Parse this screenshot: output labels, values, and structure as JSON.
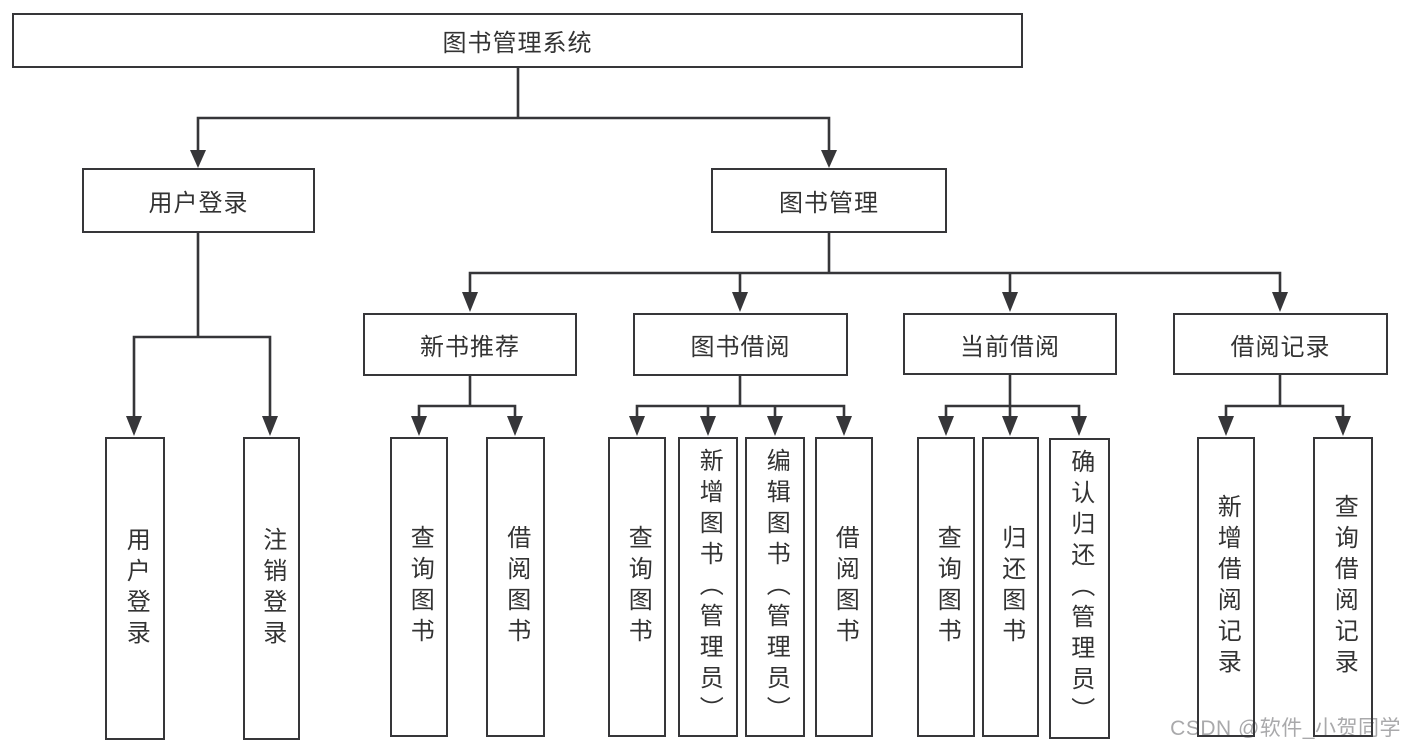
{
  "diagram": {
    "type": "hierarchy-diagram",
    "root": {
      "label": "图书管理系统"
    },
    "level2": [
      {
        "id": "user-login-group",
        "label": "用户登录",
        "parent": "root"
      },
      {
        "id": "book-management",
        "label": "图书管理",
        "parent": "root"
      }
    ],
    "level3": [
      {
        "id": "new-book-recommend",
        "label": "新书推荐",
        "parent": "book-management"
      },
      {
        "id": "book-borrowing",
        "label": "图书借阅",
        "parent": "book-management"
      },
      {
        "id": "current-borrowing",
        "label": "当前借阅",
        "parent": "book-management"
      },
      {
        "id": "borrowing-records",
        "label": "借阅记录",
        "parent": "book-management"
      }
    ],
    "leaves": [
      {
        "id": "user-login",
        "label": "用户登录",
        "parent": "user-login-group"
      },
      {
        "id": "logout",
        "label": "注销登录",
        "parent": "user-login-group"
      },
      {
        "id": "query-books-recommend",
        "label": "查询图书",
        "parent": "new-book-recommend"
      },
      {
        "id": "borrow-books-recommend",
        "label": "借阅图书",
        "parent": "new-book-recommend"
      },
      {
        "id": "query-books-borrowing",
        "label": "查询图书",
        "parent": "book-borrowing"
      },
      {
        "id": "add-books-admin",
        "label": "新增图书（管理员）",
        "parent": "book-borrowing"
      },
      {
        "id": "edit-books-admin",
        "label": "编辑图书（管理员）",
        "parent": "book-borrowing"
      },
      {
        "id": "borrow-books",
        "label": "借阅图书",
        "parent": "book-borrowing"
      },
      {
        "id": "query-books-current",
        "label": "查询图书",
        "parent": "current-borrowing"
      },
      {
        "id": "return-books",
        "label": "归还图书",
        "parent": "current-borrowing"
      },
      {
        "id": "confirm-return-admin",
        "label": "确认归还（管理员）",
        "parent": "current-borrowing"
      },
      {
        "id": "add-borrow-record",
        "label": "新增借阅记录",
        "parent": "borrowing-records"
      },
      {
        "id": "query-borrow-record",
        "label": "查询借阅记录",
        "parent": "borrowing-records"
      }
    ],
    "watermark": "CSDN @软件_小贺同学",
    "colors": {
      "line": "#363639",
      "text": "#333333",
      "background": "#ffffff",
      "watermark": "#a9a9ab"
    }
  }
}
